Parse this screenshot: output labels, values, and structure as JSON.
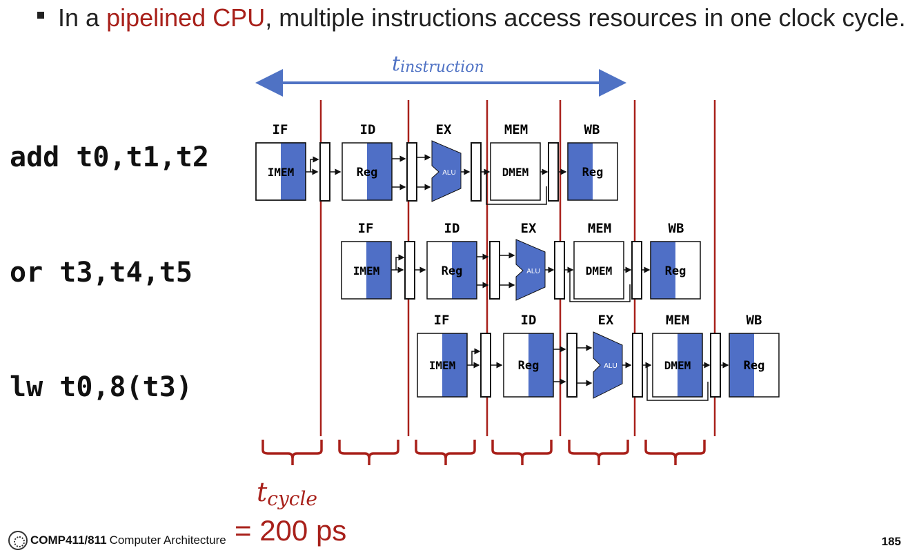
{
  "bullet": {
    "before": "In a ",
    "highlight": "pipelined CPU",
    "after": ", multiple instructions access resources in one clock cycle."
  },
  "instructions": [
    {
      "label": "add t0,t1,t2",
      "stages": [
        "IF",
        "ID",
        "EX",
        "MEM",
        "WB"
      ]
    },
    {
      "label": "or t3,t4,t5",
      "stages": [
        "IF",
        "ID",
        "EX",
        "MEM",
        "WB"
      ]
    },
    {
      "label": "lw t0,8(t3)",
      "stages": [
        "IF",
        "ID",
        "EX",
        "MEM",
        "WB"
      ]
    }
  ],
  "units": {
    "imem": "IMEM",
    "reg": "Reg",
    "alu": "ALU",
    "dmem": "DMEM"
  },
  "t_instruction": {
    "base": "t",
    "sub": "instruction"
  },
  "t_cycle": {
    "base": "t",
    "sub": "cycle",
    "value": "= 200 ps"
  },
  "colors": {
    "accent_red": "#a8201a",
    "unit_blue": "#4f6fc6",
    "arrow_blue": "#4f72c4"
  },
  "footer": {
    "course_code": "COMP411/811",
    "course_name": "Computer Architecture",
    "page": "185",
    "logo": "university-seal-icon"
  }
}
